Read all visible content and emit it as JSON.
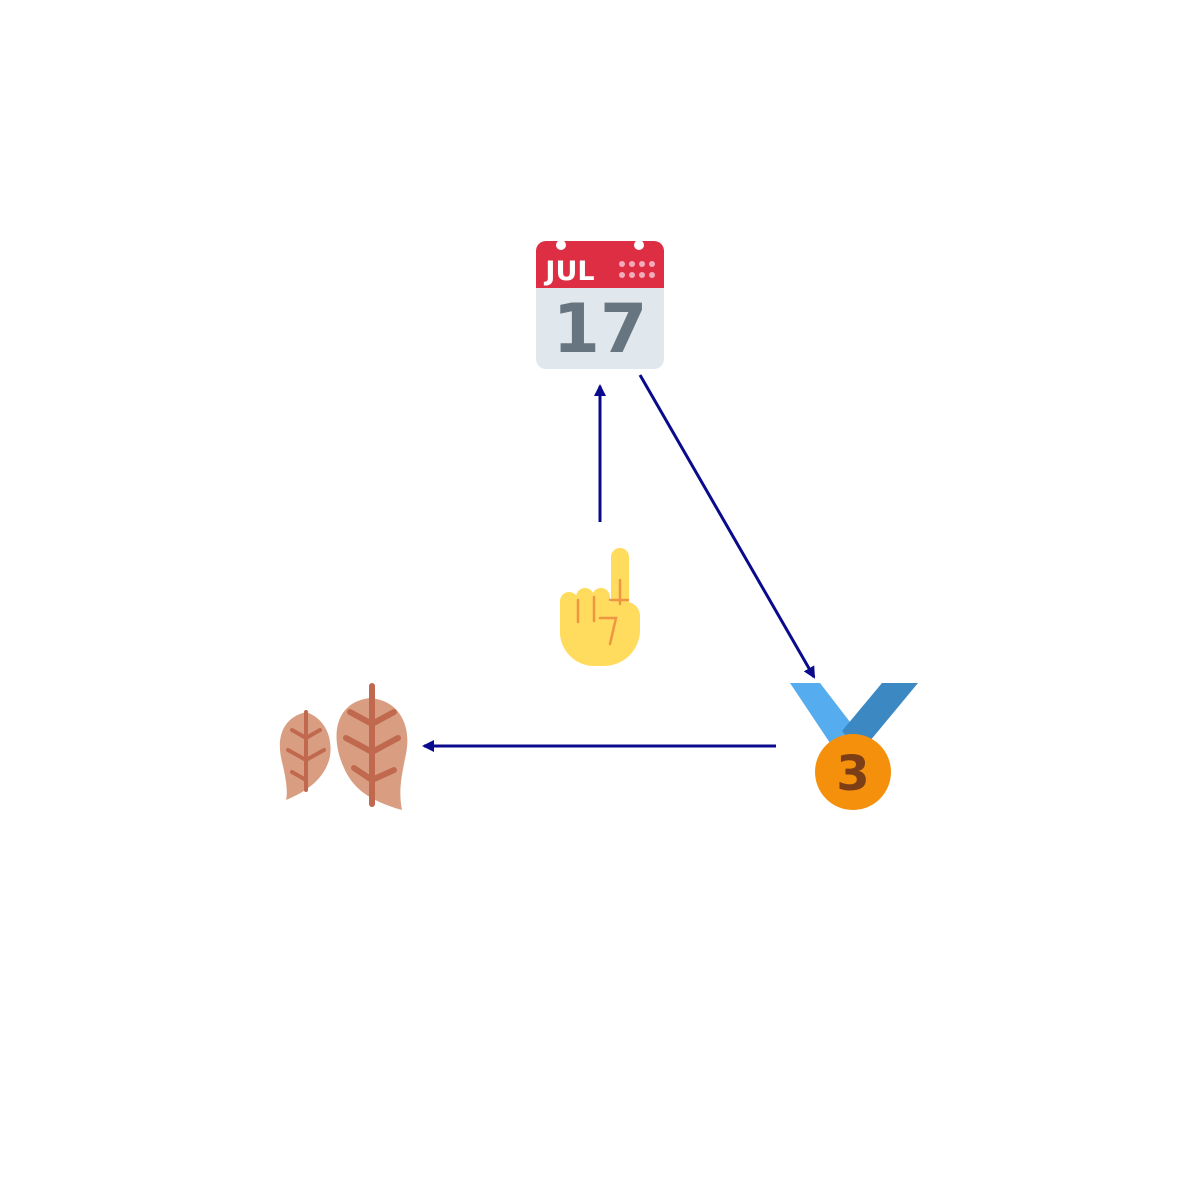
{
  "diagram": {
    "nodes": [
      {
        "id": "calendar",
        "icon": "calendar-icon",
        "month": "JUL",
        "day": "17"
      },
      {
        "id": "pointing-hand",
        "icon": "index-pointing-up-icon"
      },
      {
        "id": "medal",
        "icon": "third-place-medal-icon",
        "rank": "3"
      },
      {
        "id": "leaves",
        "icon": "fallen-leaves-icon"
      }
    ],
    "edges": [
      {
        "from": "pointing-hand",
        "to": "calendar"
      },
      {
        "from": "calendar",
        "to": "medal"
      },
      {
        "from": "medal",
        "to": "leaves"
      }
    ],
    "colors": {
      "arrow": "#0a0a8c",
      "calendar_header": "#dd2e44",
      "calendar_body": "#e1e8ed",
      "calendar_digits": "#66757f",
      "hand": "#ffdc5d",
      "hand_line": "#ef9645",
      "medal_ribbon_light": "#55acee",
      "medal_ribbon_dark": "#3b88c3",
      "medal_disc": "#f4900c",
      "medal_digit": "#7c3e16",
      "leaf_fill": "#d99e82",
      "leaf_vein": "#c1694f"
    }
  }
}
